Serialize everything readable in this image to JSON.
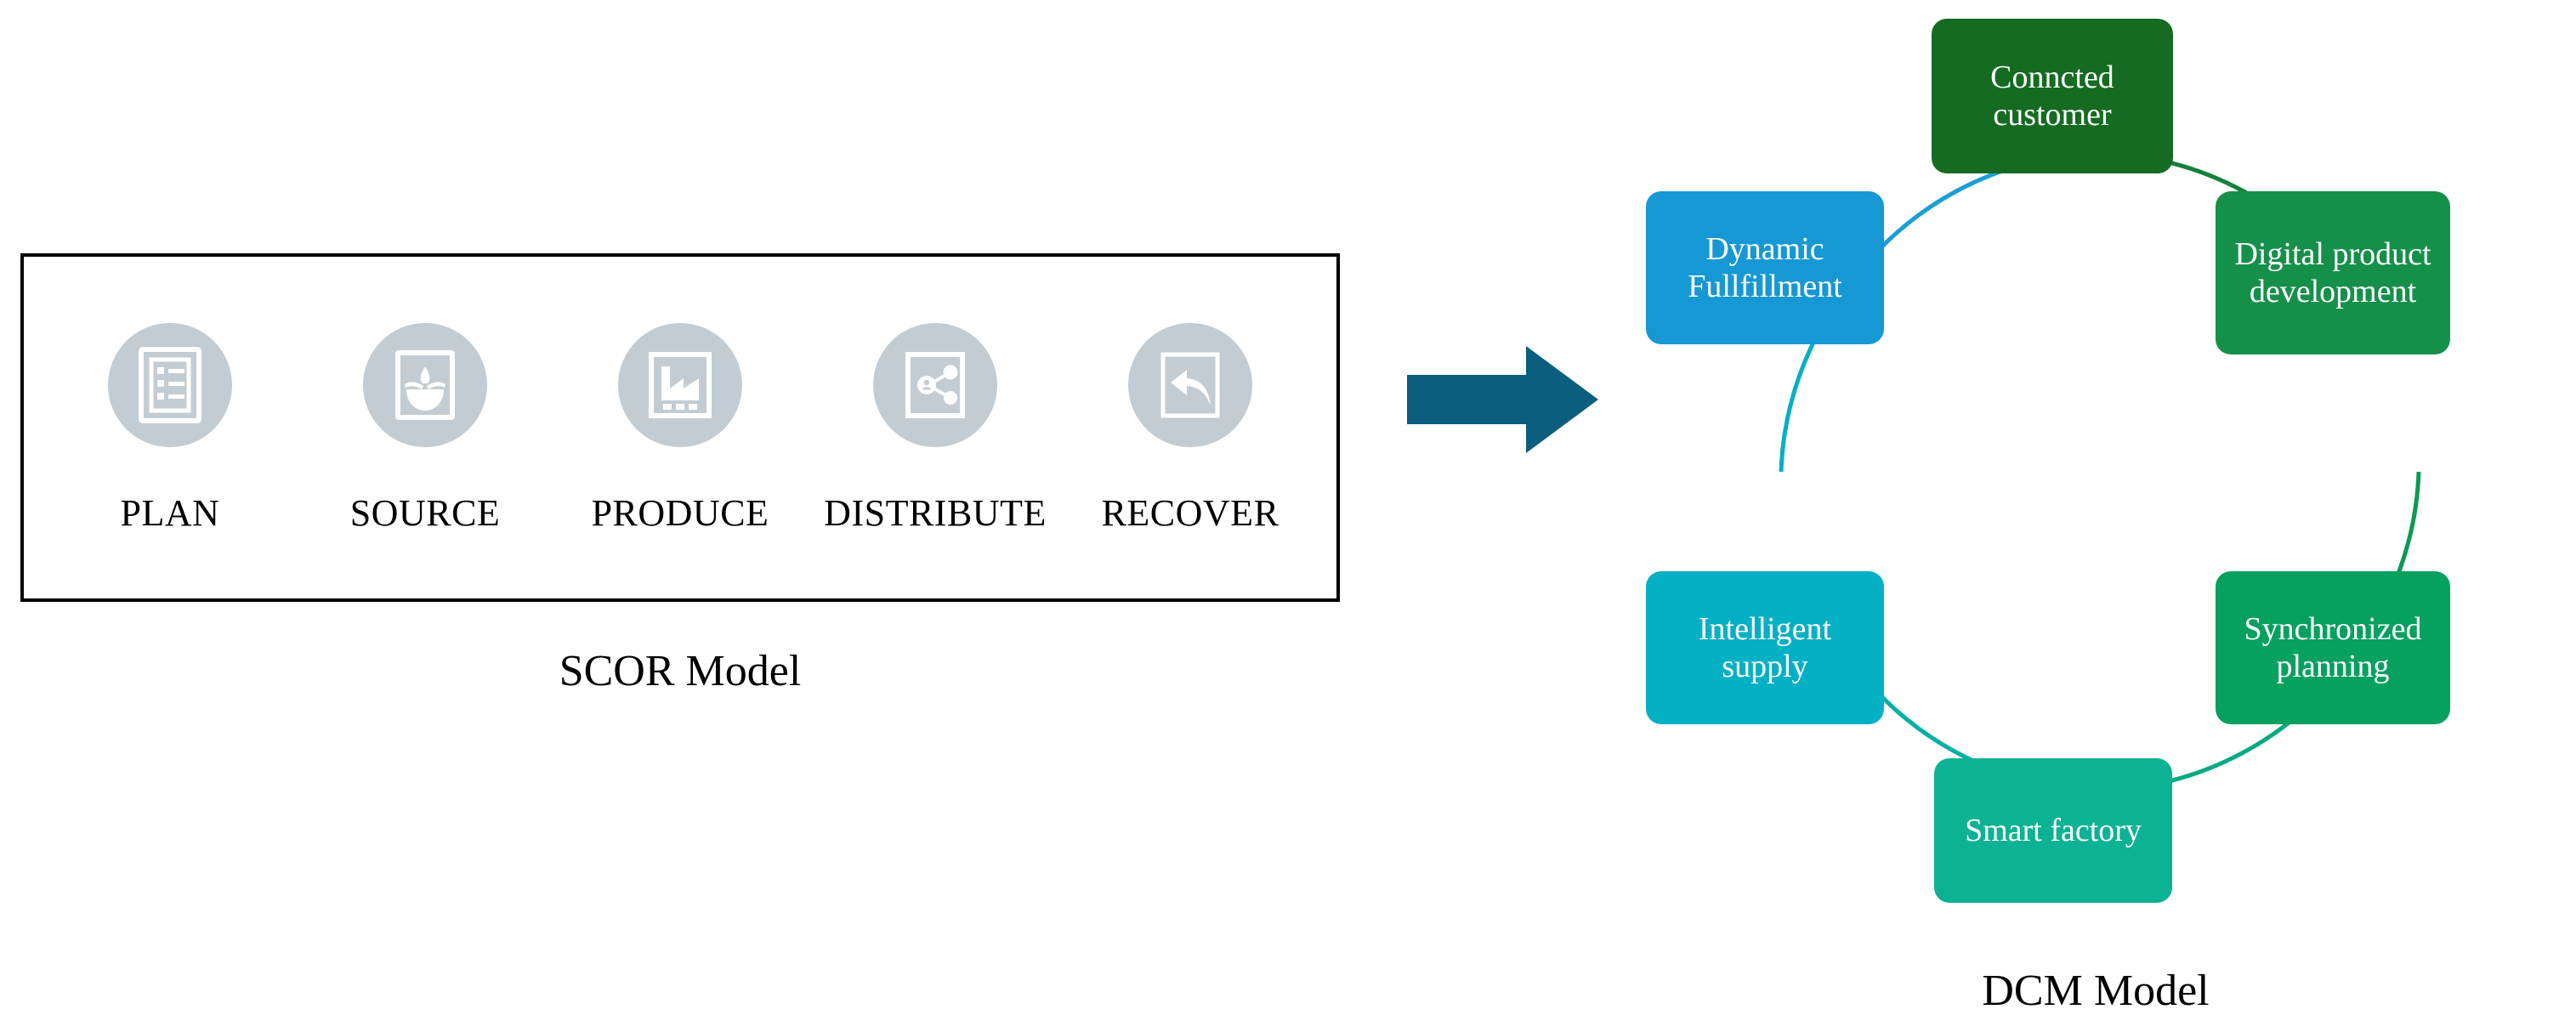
{
  "scor": {
    "caption": "SCOR Model",
    "steps": [
      {
        "label": "PLAN",
        "icon": "clipboard-list-icon"
      },
      {
        "label": "SOURCE",
        "icon": "sourcing-bowl-icon"
      },
      {
        "label": "PRODUCE",
        "icon": "factory-icon"
      },
      {
        "label": "DISTRIBUTE",
        "icon": "share-network-icon"
      },
      {
        "label": "RECOVER",
        "icon": "return-arrow-icon"
      }
    ],
    "icon_fill": "#c3ccd3",
    "border_color": "#000000"
  },
  "transition": {
    "icon": "right-arrow-icon",
    "color": "#0b5e7e"
  },
  "dcm": {
    "caption": "DCM Model",
    "ring_colors": [
      "#1598d4",
      "#04b0c4",
      "#0bb293",
      "#06a05f",
      "#15904a",
      "#156b21"
    ],
    "nodes": [
      {
        "label": "Conncted customer",
        "color": "#156b21",
        "position": "top"
      },
      {
        "label": "Digital product development",
        "color": "#15904a",
        "position": "top-right"
      },
      {
        "label": "Synchronized planning",
        "color": "#06a05f",
        "position": "bottom-right"
      },
      {
        "label": "Smart factory",
        "color": "#0bb293",
        "position": "bottom"
      },
      {
        "label": "Intelligent supply",
        "color": "#04b0c4",
        "position": "bottom-left"
      },
      {
        "label": "Dynamic Fullfillment",
        "color": "#1598d4",
        "position": "top-left"
      }
    ]
  }
}
